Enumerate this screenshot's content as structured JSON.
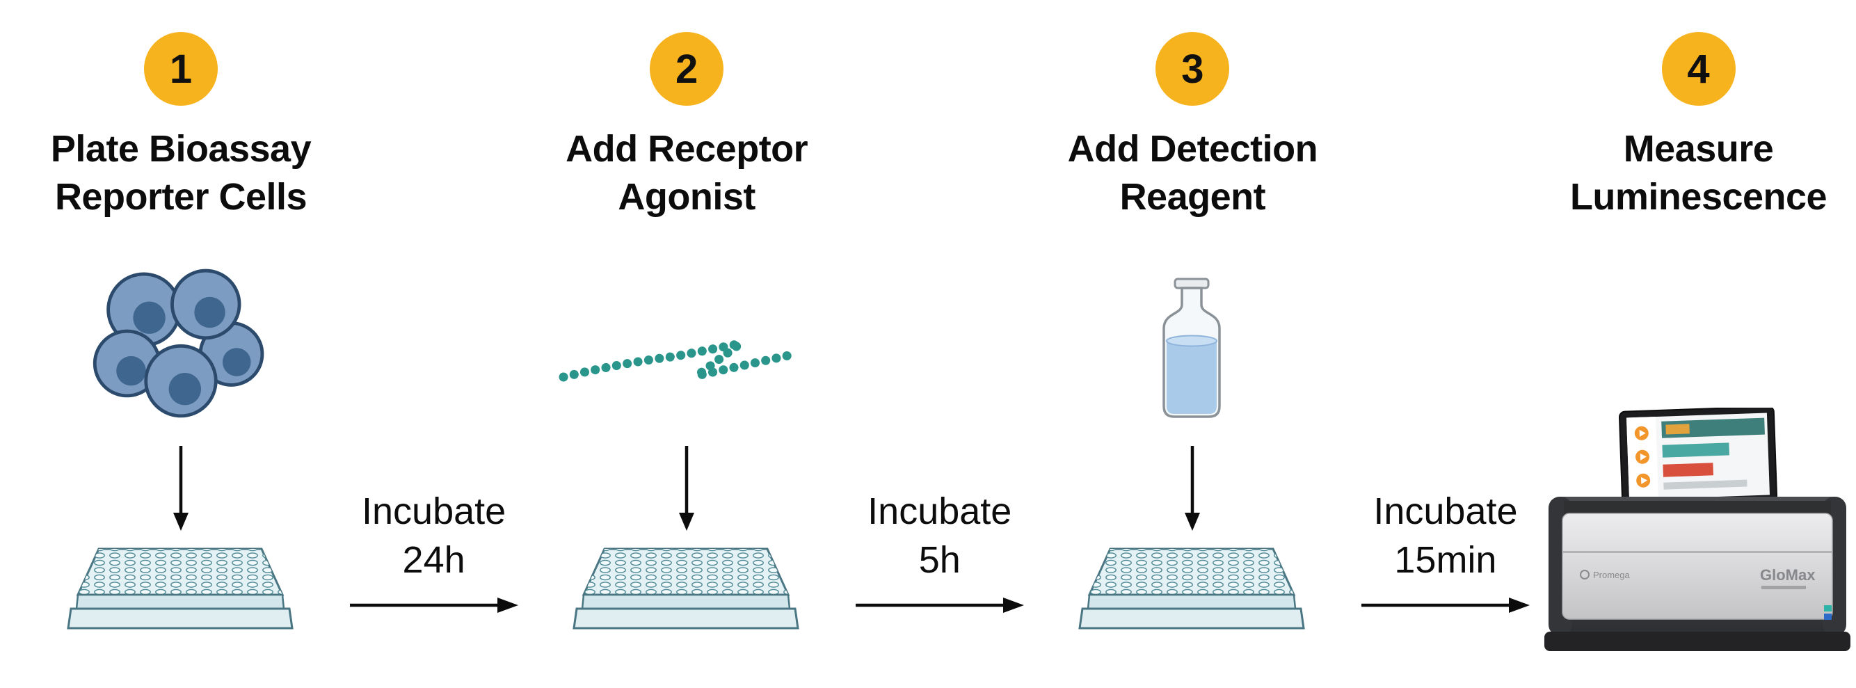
{
  "steps": [
    {
      "number": "1",
      "title_line1": "Plate Bioassay",
      "title_line2": "Reporter Cells",
      "icon": "cells-icon"
    },
    {
      "number": "2",
      "title_line1": "Add Receptor",
      "title_line2": "Agonist",
      "icon": "agonist-icon"
    },
    {
      "number": "3",
      "title_line1": "Add Detection",
      "title_line2": "Reagent",
      "icon": "reagent-bottle-icon"
    },
    {
      "number": "4",
      "title_line1": "Measure",
      "title_line2": "Luminescence",
      "icon": "luminometer-icon"
    }
  ],
  "connectors": [
    {
      "line1": "Incubate",
      "line2": "24h"
    },
    {
      "line1": "Incubate",
      "line2": "5h"
    },
    {
      "line1": "Incubate",
      "line2": "15min"
    }
  ],
  "instrument": {
    "brand": "Promega",
    "model": "GloMax"
  },
  "colors": {
    "badge": "#F7B31E",
    "text": "#0C0C0C",
    "bead_teal": "#2A958B",
    "cell_fill": "#7D9CC2",
    "cell_outline": "#2C4A6B",
    "cell_nucleus": "#3F668F",
    "plate_fill": "#E4F1F5",
    "plate_outline": "#4A7582",
    "well_stroke": "#4E8995",
    "reagent_liquid": "#A9CAE9"
  }
}
